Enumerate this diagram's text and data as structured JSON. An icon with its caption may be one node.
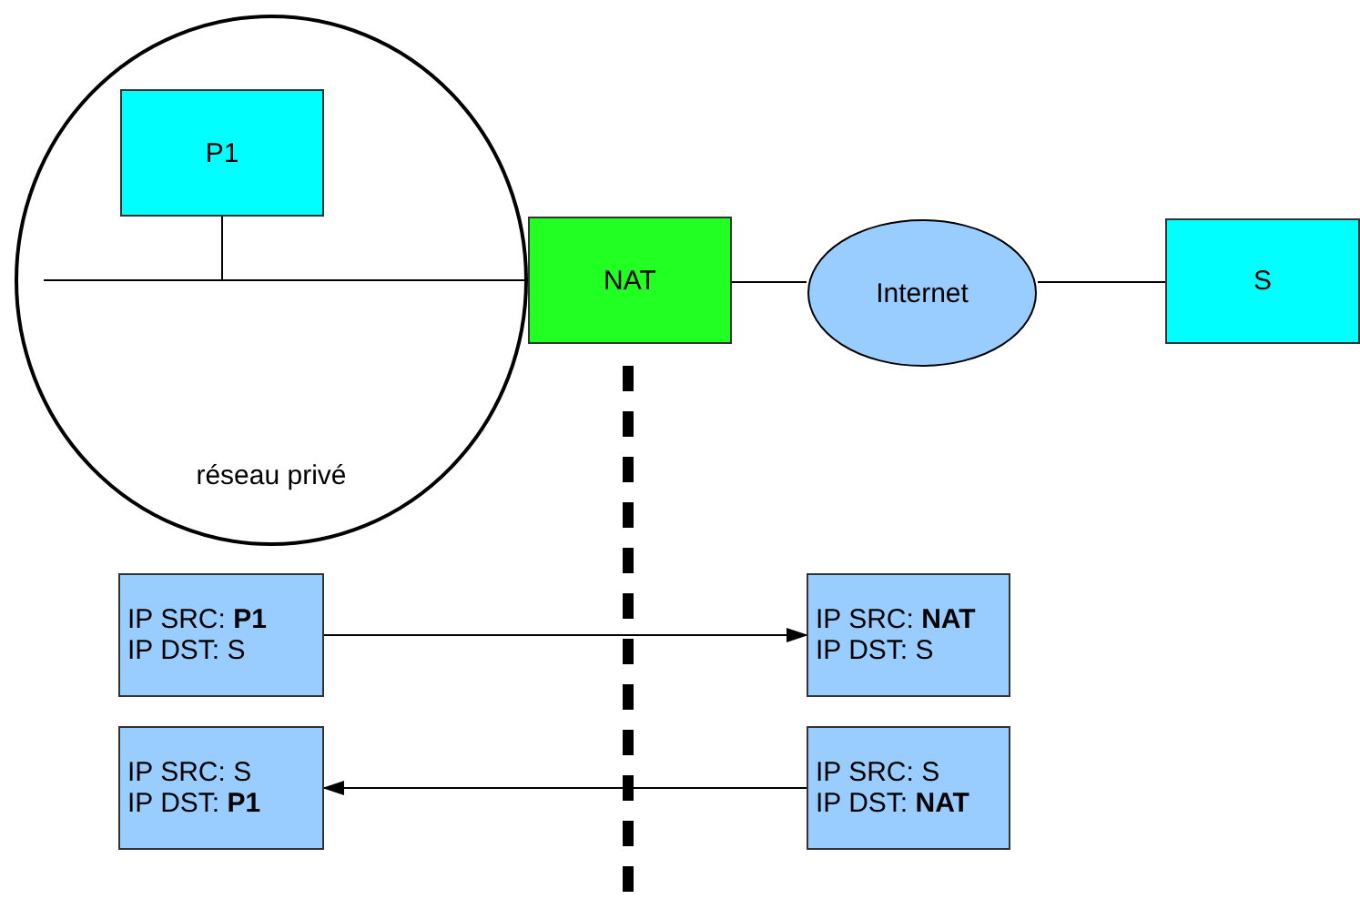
{
  "diagram": {
    "nodes": [
      {
        "text": [
          "réseau privé"
        ]
      },
      {
        "text": [
          "P1"
        ],
        "in": 0
      },
      {
        "text": [
          "NAT"
        ]
      },
      {
        "text": [
          "Internet"
        ]
      },
      {
        "text": [
          "S"
        ]
      },
      {
        "text": [
          "IP SRC: **P1**",
          "IP DST: S"
        ]
      },
      {
        "text": [
          "IP SRC: **NAT**",
          "IP DST: S"
        ]
      },
      {
        "text": [
          "IP SRC: S",
          "IP DST: **P1**"
        ]
      },
      {
        "text": [
          "IP SRC: S",
          "IP DST: **NAT**"
        ]
      }
    ],
    "edges": [
      {
        "from": 1,
        "to": 2,
        "arrow": "none"
      },
      {
        "from": 2,
        "to": 3,
        "arrow": "none"
      },
      {
        "from": 3,
        "to": 4,
        "arrow": "none"
      },
      {
        "from": 5,
        "to": 6,
        "arrow": "to"
      },
      {
        "from": 8,
        "to": 7,
        "arrow": "to"
      }
    ]
  }
}
